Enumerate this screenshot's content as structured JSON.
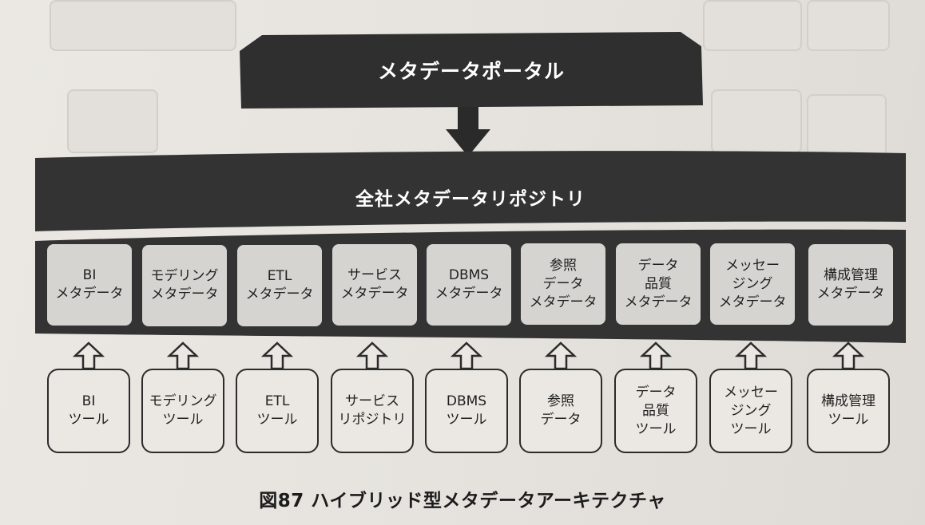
{
  "portal": {
    "label": "メタデータポータル"
  },
  "repository": {
    "label": "全社メタデータリポジトリ"
  },
  "metadata_boxes": [
    {
      "label": "BI\nメタデータ"
    },
    {
      "label": "モデリング\nメタデータ"
    },
    {
      "label": "ETL\nメタデータ"
    },
    {
      "label": "サービス\nメタデータ"
    },
    {
      "label": "DBMS\nメタデータ"
    },
    {
      "label": "参照\nデータ\nメタデータ"
    },
    {
      "label": "データ\n品質\nメタデータ"
    },
    {
      "label": "メッセー\nジング\nメタデータ"
    },
    {
      "label": "構成管理\nメタデータ"
    }
  ],
  "tool_boxes": [
    {
      "label": "BI\nツール"
    },
    {
      "label": "モデリング\nツール"
    },
    {
      "label": "ETL\nツール"
    },
    {
      "label": "サービス\nリポジトリ"
    },
    {
      "label": "DBMS\nツール"
    },
    {
      "label": "参照\nデータ"
    },
    {
      "label": "データ\n品質\nツール"
    },
    {
      "label": "メッセー\nジング\nツール"
    },
    {
      "label": "構成管理\nツール"
    }
  ],
  "caption": "図87 ハイブリッド型メタデータアーキテクチャ",
  "colors": {
    "dark_fill": "#2f2f2f",
    "box_fill": "#d6d4d1",
    "paper": "#e9e6e1",
    "outline": "#2b2b2b"
  }
}
